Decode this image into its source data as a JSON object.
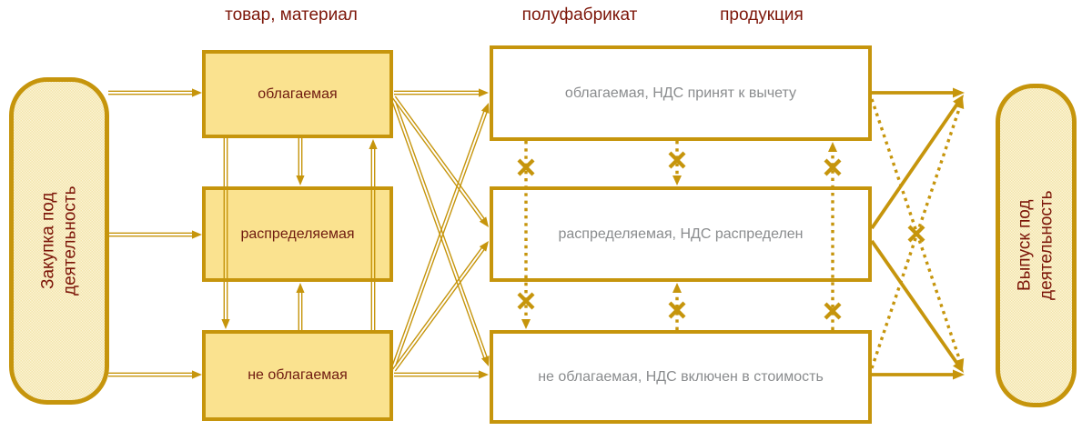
{
  "diagram": {
    "column_headers": [
      {
        "id": "goods",
        "label": "товар, материал"
      },
      {
        "id": "semifinished",
        "label": "полуфабрикат"
      },
      {
        "id": "products",
        "label": "продукция"
      }
    ],
    "input_terminal": {
      "line1": "Закупка под",
      "line2": "деятельность"
    },
    "output_terminal": {
      "line1": "Выпуск под",
      "line2": "деятельность"
    },
    "material_boxes": [
      {
        "label": "облагаемая"
      },
      {
        "label": "распределяемая"
      },
      {
        "label": "не облагаемая"
      }
    ],
    "product_boxes": [
      {
        "label": "облагаемая, НДС принят к вычету"
      },
      {
        "label": "распределяемая, НДС распределен"
      },
      {
        "label": "не облагаемая, НДС включен в стоимость"
      }
    ],
    "colors": {
      "line_gold": "#C6950C",
      "material_fill": "#FAE28F",
      "box_border": "#C6950C",
      "terminal_fill": "#F7EDC6",
      "text_maroon": "#7C1508",
      "text_gray": "#8A8C8E"
    },
    "connections": [
      {
        "from": "Закупка под деятельность",
        "to": "товар: облагаемая",
        "type": "allowed"
      },
      {
        "from": "Закупка под деятельность",
        "to": "товар: распределяемая",
        "type": "allowed"
      },
      {
        "from": "Закупка под деятельность",
        "to": "товар: не облагаемая",
        "type": "allowed"
      },
      {
        "from": "товар: облагаемая",
        "to": "товар: распределяемая",
        "type": "allowed"
      },
      {
        "from": "товар: облагаемая",
        "to": "товар: не облагаемая",
        "type": "allowed"
      },
      {
        "from": "товар: не облагаемая",
        "to": "товар: распределяемая",
        "type": "allowed"
      },
      {
        "from": "товар: не облагаемая",
        "to": "товар: облагаемая",
        "type": "allowed"
      },
      {
        "from": "товар: облагаемая",
        "to": "полуфабрикат: облагаемая, НДС принят к вычету",
        "type": "allowed"
      },
      {
        "from": "товар: облагаемая",
        "to": "полуфабрикат: распределяемая, НДС распределен",
        "type": "allowed"
      },
      {
        "from": "товар: облагаемая",
        "to": "полуфабрикат: не облагаемая, НДС включен в стоимость",
        "type": "allowed"
      },
      {
        "from": "товар: не облагаемая",
        "to": "полуфабрикат: облагаемая, НДС принят к вычету",
        "type": "allowed"
      },
      {
        "from": "товар: не облагаемая",
        "to": "полуфабрикат: распределяемая, НДС распределен",
        "type": "allowed"
      },
      {
        "from": "товар: не облагаемая",
        "to": "полуфабрикат: не облагаемая, НДС включен в стоимость",
        "type": "allowed"
      },
      {
        "from": "полуфабрикат: облагаемая",
        "to": "полуфабрикат: распределяемая",
        "type": "forbidden"
      },
      {
        "from": "полуфабрикат: облагаемая",
        "to": "полуфабрикат: не облагаемая",
        "type": "forbidden"
      },
      {
        "from": "полуфабрикат: не облагаемая",
        "to": "полуфабрикат: распределяемая",
        "type": "forbidden"
      },
      {
        "from": "полуфабрикат: не облагаемая",
        "to": "полуфабрикат: облагаемая",
        "type": "forbidden"
      },
      {
        "from": "полуфабрикат: облагаемая",
        "to": "выпуск: облагаемая продукция",
        "type": "allowed"
      },
      {
        "from": "полуфабрикат: распределяемая",
        "to": "выпуск: облагаемая продукция",
        "type": "allowed"
      },
      {
        "from": "полуфабрикат: распределяемая",
        "to": "выпуск: не облагаемая продукция",
        "type": "allowed"
      },
      {
        "from": "полуфабрикат: не облагаемая",
        "to": "выпуск: не облагаемая продукция",
        "type": "allowed"
      },
      {
        "from": "полуфабрикат: облагаемая",
        "to": "выпуск: не облагаемая продукция",
        "type": "forbidden"
      },
      {
        "from": "полуфабрикат: не облагаемая",
        "to": "выпуск: облагаемая продукция",
        "type": "forbidden"
      }
    ]
  }
}
